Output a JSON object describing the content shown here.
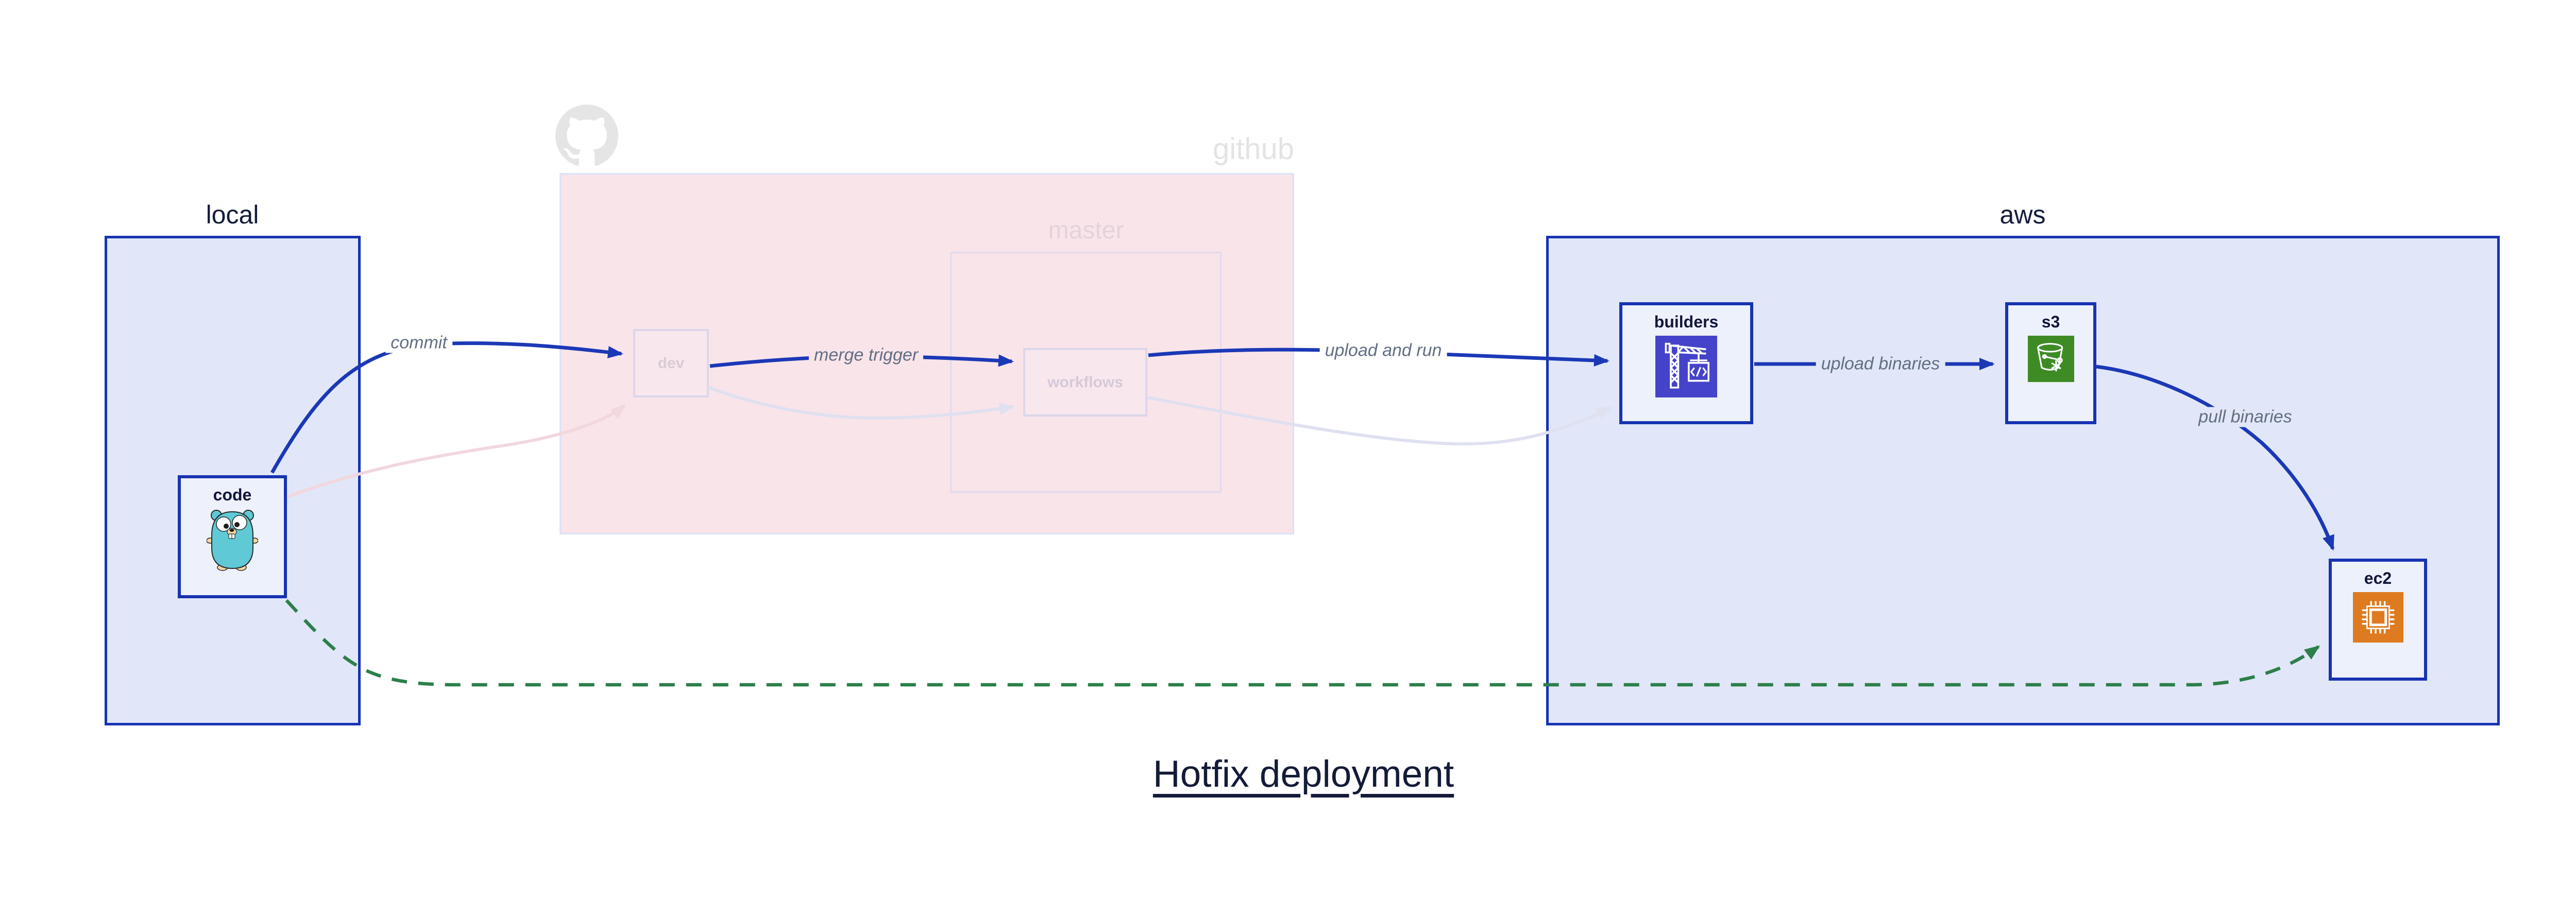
{
  "diagram": {
    "title": "Hotfix deployment"
  },
  "containers": {
    "local": {
      "label": "local"
    },
    "github": {
      "label": "github",
      "watermark_icon": "github-octocat-icon"
    },
    "master": {
      "label": "master"
    },
    "aws": {
      "label": "aws"
    }
  },
  "nodes": {
    "code": {
      "label": "code",
      "icon": "go-gopher-icon"
    },
    "dev": {
      "label": "dev"
    },
    "workflows": {
      "label": "workflows"
    },
    "builders": {
      "label": "builders",
      "icon": "codebuild-crane-icon"
    },
    "s3": {
      "label": "s3",
      "icon": "s3-glacier-bucket-icon"
    },
    "ec2": {
      "label": "ec2",
      "icon": "ec2-chip-icon"
    }
  },
  "edges": {
    "commit": {
      "label": "commit",
      "from": "code",
      "to": "dev",
      "style": "solid-blue"
    },
    "merge_trigger": {
      "label": "merge trigger",
      "from": "dev",
      "to": "workflows",
      "style": "solid-blue"
    },
    "upload_and_run": {
      "label": "upload and run",
      "from": "workflows",
      "to": "builders",
      "style": "solid-blue"
    },
    "upload_binaries": {
      "label": "upload binaries",
      "from": "builders",
      "to": "s3",
      "style": "solid-blue"
    },
    "pull_binaries": {
      "label": "pull binaries",
      "from": "s3",
      "to": "ec2",
      "style": "solid-blue"
    },
    "code_to_dev_faded": {
      "label": "",
      "from": "code",
      "to": "dev",
      "style": "faded-pink"
    },
    "dev_to_workflows_faded": {
      "label": "",
      "from": "dev",
      "to": "workflows",
      "style": "faded-lavender"
    },
    "workflows_to_builders_faded": {
      "label": "",
      "from": "workflows",
      "to": "builders",
      "style": "faded-lavender"
    },
    "hotfix_direct": {
      "label": "",
      "from": "code",
      "to": "ec2",
      "style": "dashed-green"
    }
  },
  "colors": {
    "accent_blue": "#1733b2",
    "arrow_blue": "#1b38b6",
    "container_fill": "#e1e7f8",
    "node_fill": "#edf1fb",
    "github_fill": "#f9e4ea",
    "faded_border": "#dcd6e9",
    "faded_pink_arrow": "#f2d7de",
    "faded_lavender_arrow": "#dfe0f0",
    "dashed_green": "#2d7f4b",
    "label_gray": "#626e83",
    "text_dark": "#141b38",
    "watermark_gray": "#e3e3e3",
    "codebuild_purple": "#4543c9",
    "s3_green": "#3e8b26",
    "ec2_orange": "#de7b20",
    "gopher_teal": "#5fc9d6"
  }
}
